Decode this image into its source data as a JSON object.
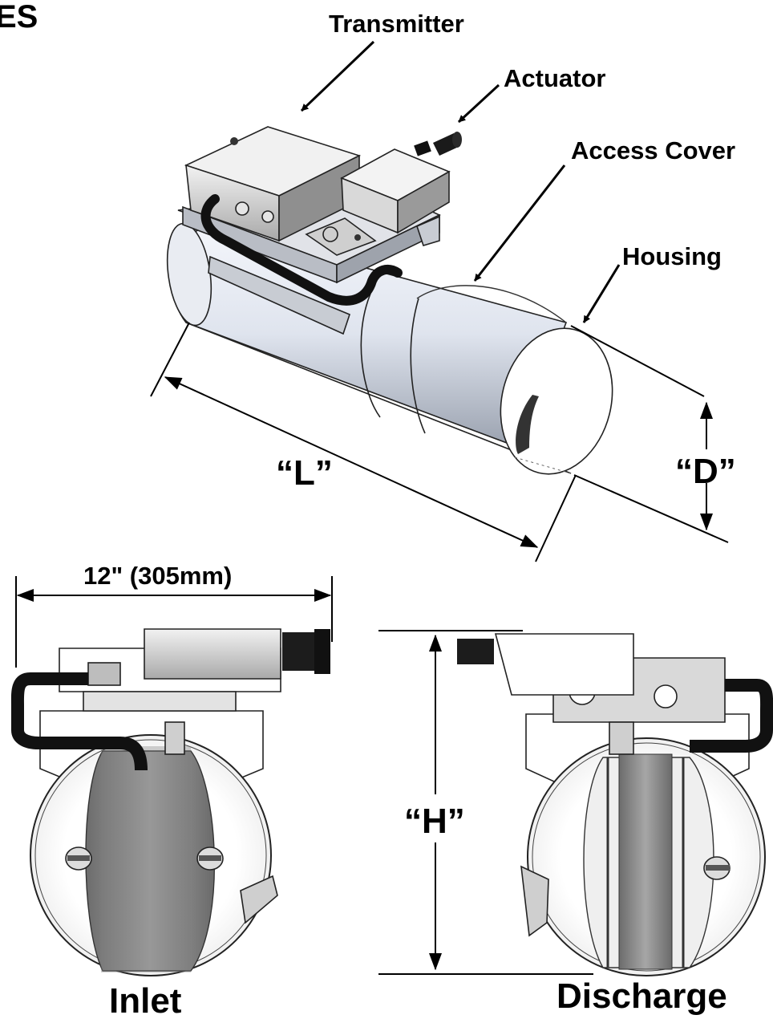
{
  "header": {
    "title_fragment": "ES"
  },
  "callouts": {
    "transmitter": "Transmitter",
    "actuator": "Actuator",
    "access_cover": "Access Cover",
    "housing": "Housing"
  },
  "dimensions": {
    "length": "“L”",
    "diameter": "“D”",
    "height": "“H”",
    "width": "12\" (305mm)"
  },
  "views": {
    "inlet": "Inlet",
    "discharge": "Discharge"
  },
  "colors": {
    "line": "#000000",
    "metal_light": "#eef1f7",
    "metal_mid": "#b9c0cc",
    "metal_dark": "#6e7480",
    "hose": "#1a1a1a",
    "blade": "#8c8c8c"
  }
}
